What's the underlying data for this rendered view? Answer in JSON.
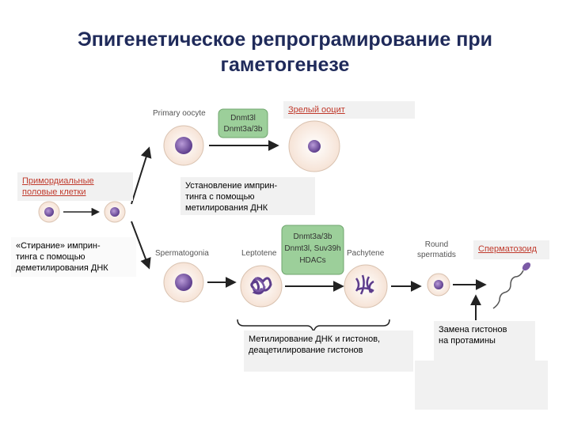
{
  "title": {
    "line1": "Эпигенетическое репрограмирование при",
    "line2": "гаметогенезе"
  },
  "stages": {
    "primary_oocyte": "Primary oocyte",
    "mature_oocyte": "Зрелый ооцит",
    "primordial_germ_cells": "Примордиальные половые клетки",
    "spermatogonia": "Spermatogonia",
    "leptotene": "Leptotene",
    "pachytene": "Pachytene",
    "round_spermatids_line1": "Round",
    "round_spermatids_line2": "spermatids",
    "spermatozoon": "Сперматозоид"
  },
  "enzymes": {
    "oocyte_line1": "Dnmt3l",
    "oocyte_line2": "Dnmt3a/3b",
    "sperm_line1": "Dnmt3a/3b",
    "sperm_line2": "Dnmt3l, Suv39h",
    "sperm_line3": "HDACs"
  },
  "annotations": {
    "imprint_setting_line1": "Установление имприн-",
    "imprint_setting_line2": "тинга с помощью",
    "imprint_setting_line3": "метилирования ДНК",
    "erasure_line1": "«Стирание» имприн-",
    "erasure_line2": "тинга с помощью",
    "erasure_line3": "деметилирования ДНК",
    "meiosis_line1": "Метилирование ДНК и гистонов,",
    "meiosis_line2": "деацетилирование гистонов",
    "protamine_line1": "Замена гистонов",
    "protamine_line2": "на протамины"
  },
  "colors": {
    "title": "#1f2a5a",
    "cell_fill": "#fbefe6",
    "cell_stroke": "#d9c2b0",
    "nucleus": "#7b5aa6",
    "enzyme_box": "#9ccf9a",
    "arrow": "#222222",
    "red_label": "#c0392b",
    "label_bg": "#f1f1f1"
  }
}
